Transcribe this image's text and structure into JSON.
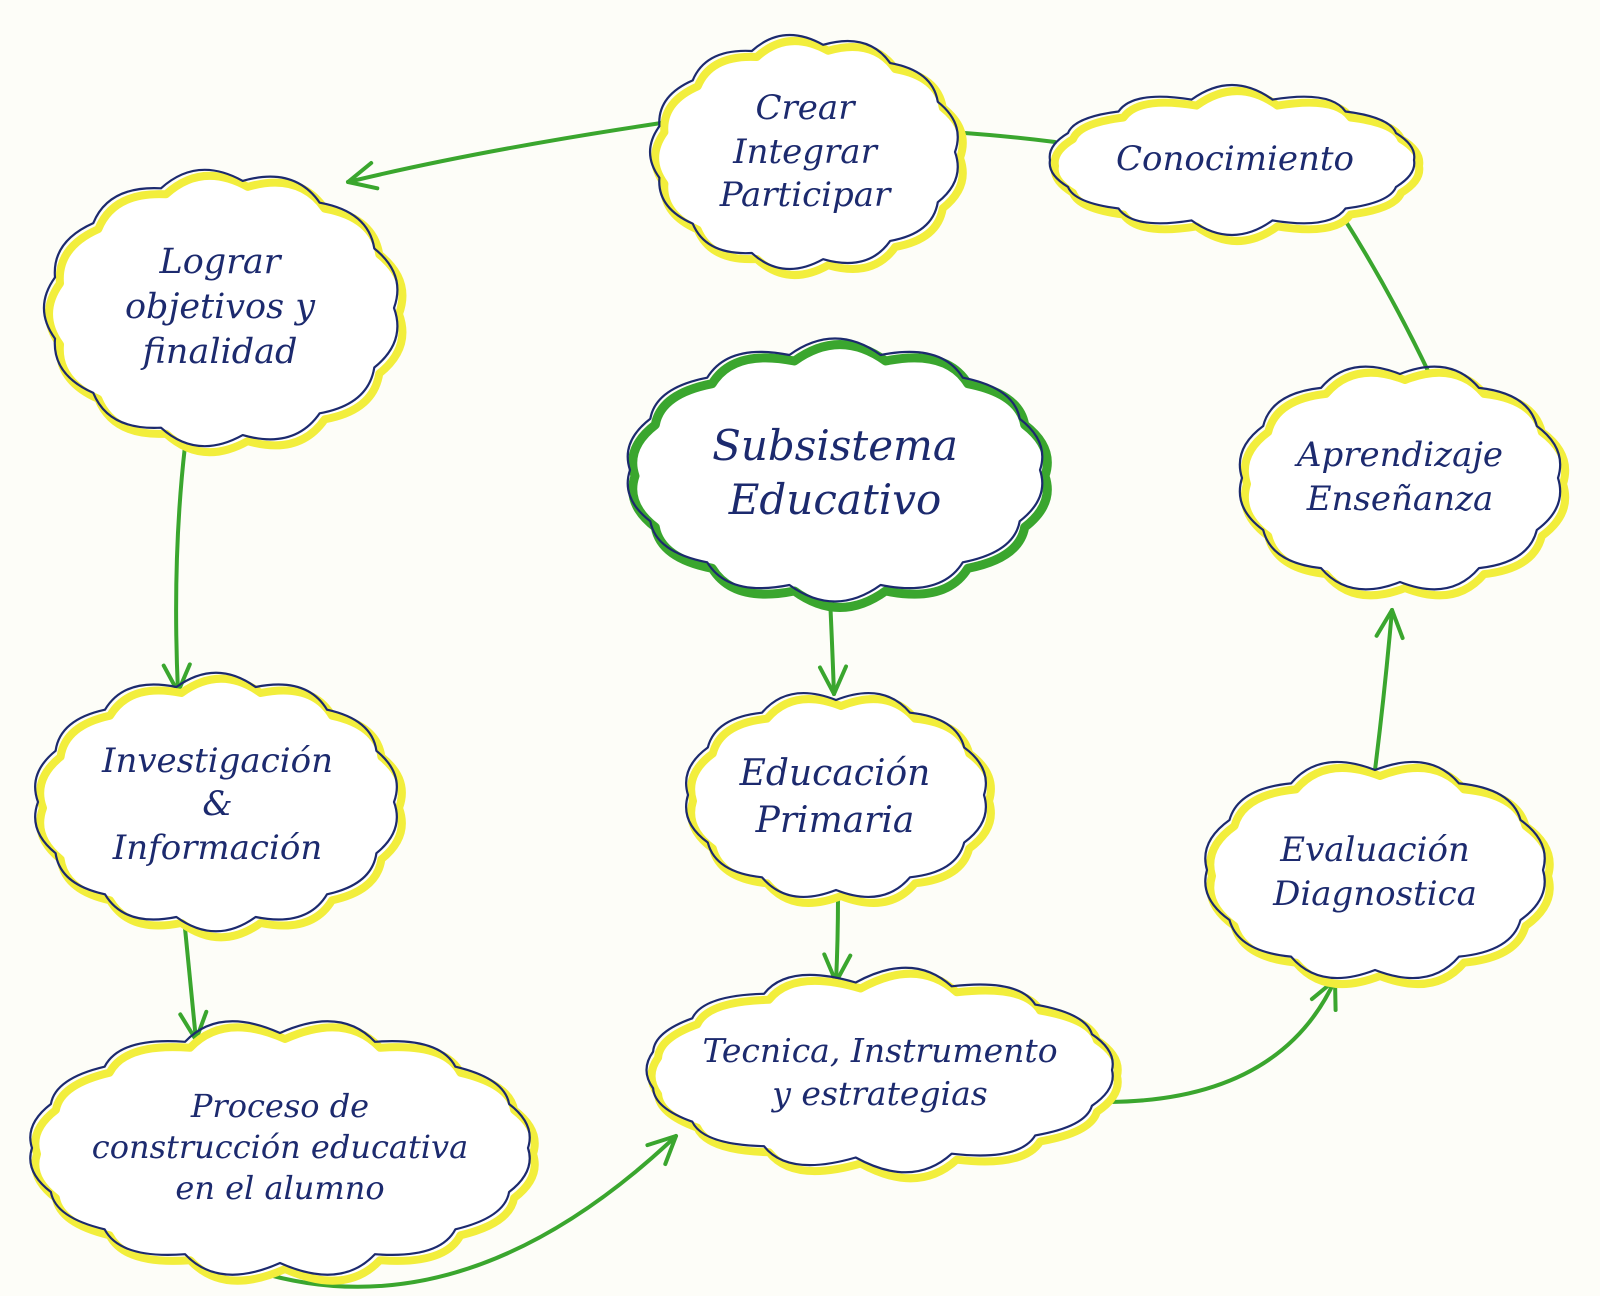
{
  "colors": {
    "background": "#fdfdf8",
    "cloud_outline": "#1c2a6e",
    "cloud_highlight_yellow": "#f2ee3c",
    "cloud_highlight_green": "#3aa62e",
    "arrow": "#3aa62e",
    "text": "#1c2a6e"
  },
  "nodes": {
    "crear": {
      "lines": [
        "Crear",
        "Integrar",
        "Participar"
      ]
    },
    "conocimiento": {
      "lines": [
        "Conocimiento"
      ]
    },
    "lograr": {
      "lines": [
        "Lograr",
        "objetivos y",
        "finalidad"
      ]
    },
    "subsistema": {
      "lines": [
        "Subsistema",
        "Educativo"
      ]
    },
    "aprendizaje": {
      "lines": [
        "Aprendizaje",
        "Enseñanza"
      ]
    },
    "investigacion": {
      "lines": [
        "Investigación",
        "&",
        "Información"
      ]
    },
    "primaria": {
      "lines": [
        "Educación",
        "Primaria"
      ]
    },
    "evaluacion": {
      "lines": [
        "Evaluación",
        "Diagnostica"
      ]
    },
    "proceso": {
      "lines": [
        "Proceso de",
        "construcción educativa",
        "en el alumno"
      ]
    },
    "tecnica": {
      "lines": [
        "Tecnica, Instrumento",
        "y estrategias"
      ]
    }
  },
  "edges": [
    {
      "from": "conocimiento",
      "to": "crear"
    },
    {
      "from": "crear",
      "to": "lograr"
    },
    {
      "from": "lograr",
      "to": "investigacion"
    },
    {
      "from": "investigacion",
      "to": "proceso"
    },
    {
      "from": "proceso",
      "to": "tecnica"
    },
    {
      "from": "subsistema",
      "to": "primaria"
    },
    {
      "from": "primaria",
      "to": "tecnica"
    },
    {
      "from": "tecnica",
      "to": "evaluacion"
    },
    {
      "from": "evaluacion",
      "to": "aprendizaje"
    },
    {
      "from": "aprendizaje",
      "to": "conocimiento"
    }
  ]
}
